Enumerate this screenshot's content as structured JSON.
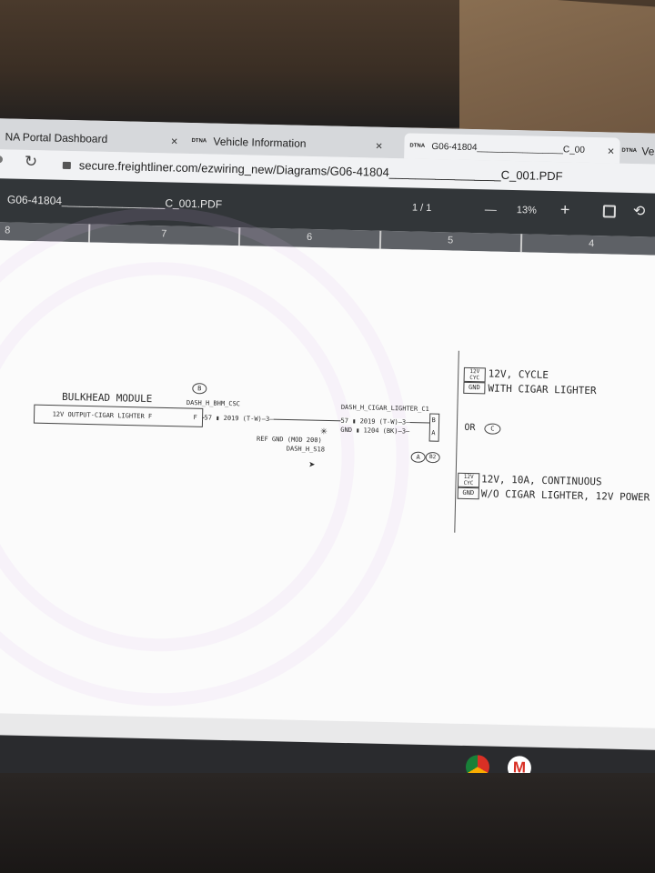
{
  "tabs": [
    {
      "label": "NA Portal Dashboard",
      "close": "×"
    },
    {
      "icon_text": "DTNA",
      "label": "Vehicle Information",
      "close": "×"
    },
    {
      "icon_text": "DTNA",
      "label": "G06-41804_________________C_00",
      "close": "×"
    },
    {
      "icon_text": "DTNA",
      "label": "Veh"
    }
  ],
  "address": {
    "url": "secure.freightliner.com/ezwiring_new/Diagrams/G06-41804_________________C_001.PDF"
  },
  "pdf_toolbar": {
    "title": "G06-41804_________________C_001.PDF",
    "page": "1 / 1",
    "zoom_minus": "—",
    "zoom": "13%",
    "zoom_plus": "+"
  },
  "ruler": {
    "labels": [
      "8",
      "7",
      "6",
      "5",
      "4"
    ]
  },
  "diagram": {
    "legend1_icon": "12V\nCYC",
    "legend1_gnd": "GND",
    "legend1_line1": "12V, CYCLE",
    "legend1_line2": "WITH CIGAR LIGHTER",
    "module": "BULKHEAD MODULE",
    "conn_left": "DASH_H_BHM_CSC",
    "conn_right": "DASH_H_CIGAR_LIGHTER_C1",
    "output": "12V OUTPUT-CIGAR LIGHTER  F",
    "pin_f": "F",
    "pin_b": "B",
    "wire1": "57 ▮ 2019 (T-W)—3—",
    "wire2": "57 ▮ 2019 (T-W)—3—",
    "wire3": "GND ▮ 1204 (BK)—3—",
    "pin_b2": "B",
    "pin_a": "A",
    "or": "OR",
    "or_circle": "C",
    "ref": "REF GND (MOD 200)",
    "ref2": "DASH_H_S18",
    "circle_a": "A",
    "circle_b2": "B2",
    "legend2_line1": "12V, 10A, CONTINUOUS",
    "legend2_line2": "W/O CIGAR LIGHTER, 12V POWER"
  },
  "taskbar_icons": [
    "chrome-icon",
    "gmail-icon"
  ]
}
